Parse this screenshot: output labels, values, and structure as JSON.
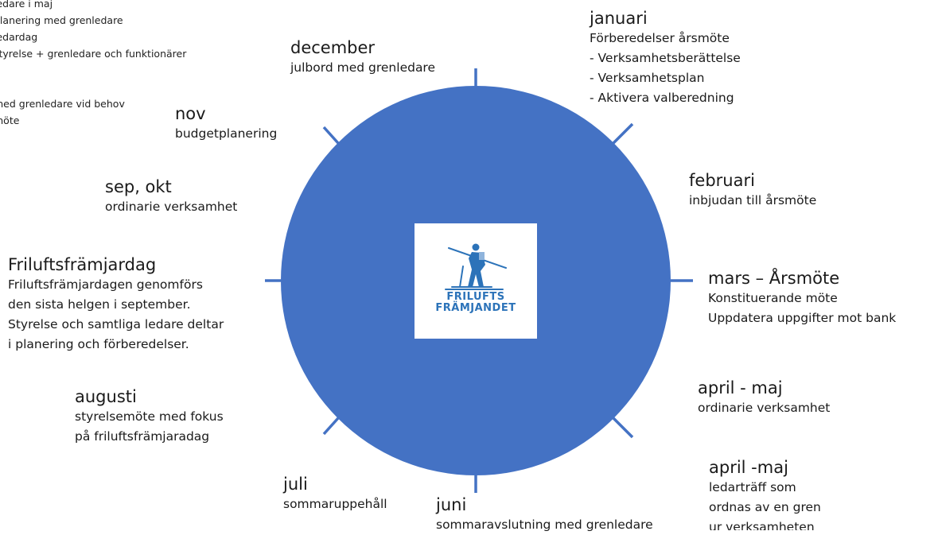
{
  "side_notes": [
    "ledare i maj",
    "",
    "planering med grenledare",
    "ledardag",
    "styrelse + grenledare och funktionärer",
    "",
    "med grenledare vid behov",
    "möte"
  ],
  "colors": {
    "wheel": "#4472c4",
    "ticks": "#4472c4",
    "logo": "#2c73b9"
  },
  "logo": {
    "line1": "FRILUFTS",
    "line2": "FRÄMJANDET",
    "icon": "skier-icon"
  },
  "months": {
    "januari": {
      "title": "januari",
      "lines": [
        "Förberedelser årsmöte",
        "- Verksamhetsberättelse",
        "- Verksamhetsplan",
        "- Aktivera valberedning"
      ]
    },
    "februari": {
      "title": "februari",
      "lines": [
        "inbjudan till årsmöte"
      ]
    },
    "mars": {
      "title": "mars – Årsmöte",
      "lines": [
        "Konstituerande möte",
        "Uppdatera uppgifter mot bank"
      ]
    },
    "april_maj_1": {
      "title": "april - maj",
      "lines": [
        "ordinarie verksamhet"
      ]
    },
    "april_maj_2": {
      "title": "april -maj",
      "lines": [
        "ledarträff som",
        "ordnas av en gren",
        "ur verksamheten"
      ]
    },
    "juni": {
      "title": "juni",
      "lines": [
        "sommaravslutning med grenledare"
      ]
    },
    "juli": {
      "title": "juli",
      "lines": [
        "sommaruppehåll"
      ]
    },
    "augusti": {
      "title": "augusti",
      "lines": [
        "styrelsemöte med fokus",
        "på friluftsfrämjaradag"
      ]
    },
    "friluftsframjardag": {
      "title": "Friluftsfrämjardag",
      "lines": [
        "Friluftsfrämjardagen genomförs",
        "den sista helgen i september.",
        "Styrelse och samtliga ledare deltar",
        "i planering och förberedelser."
      ]
    },
    "sep_okt": {
      "title": "sep, okt",
      "lines": [
        "ordinarie verksamhet"
      ]
    },
    "nov": {
      "title": "nov",
      "lines": [
        "budgetplanering"
      ]
    },
    "december": {
      "title": "december",
      "lines": [
        "julbord med grenledare"
      ]
    }
  }
}
